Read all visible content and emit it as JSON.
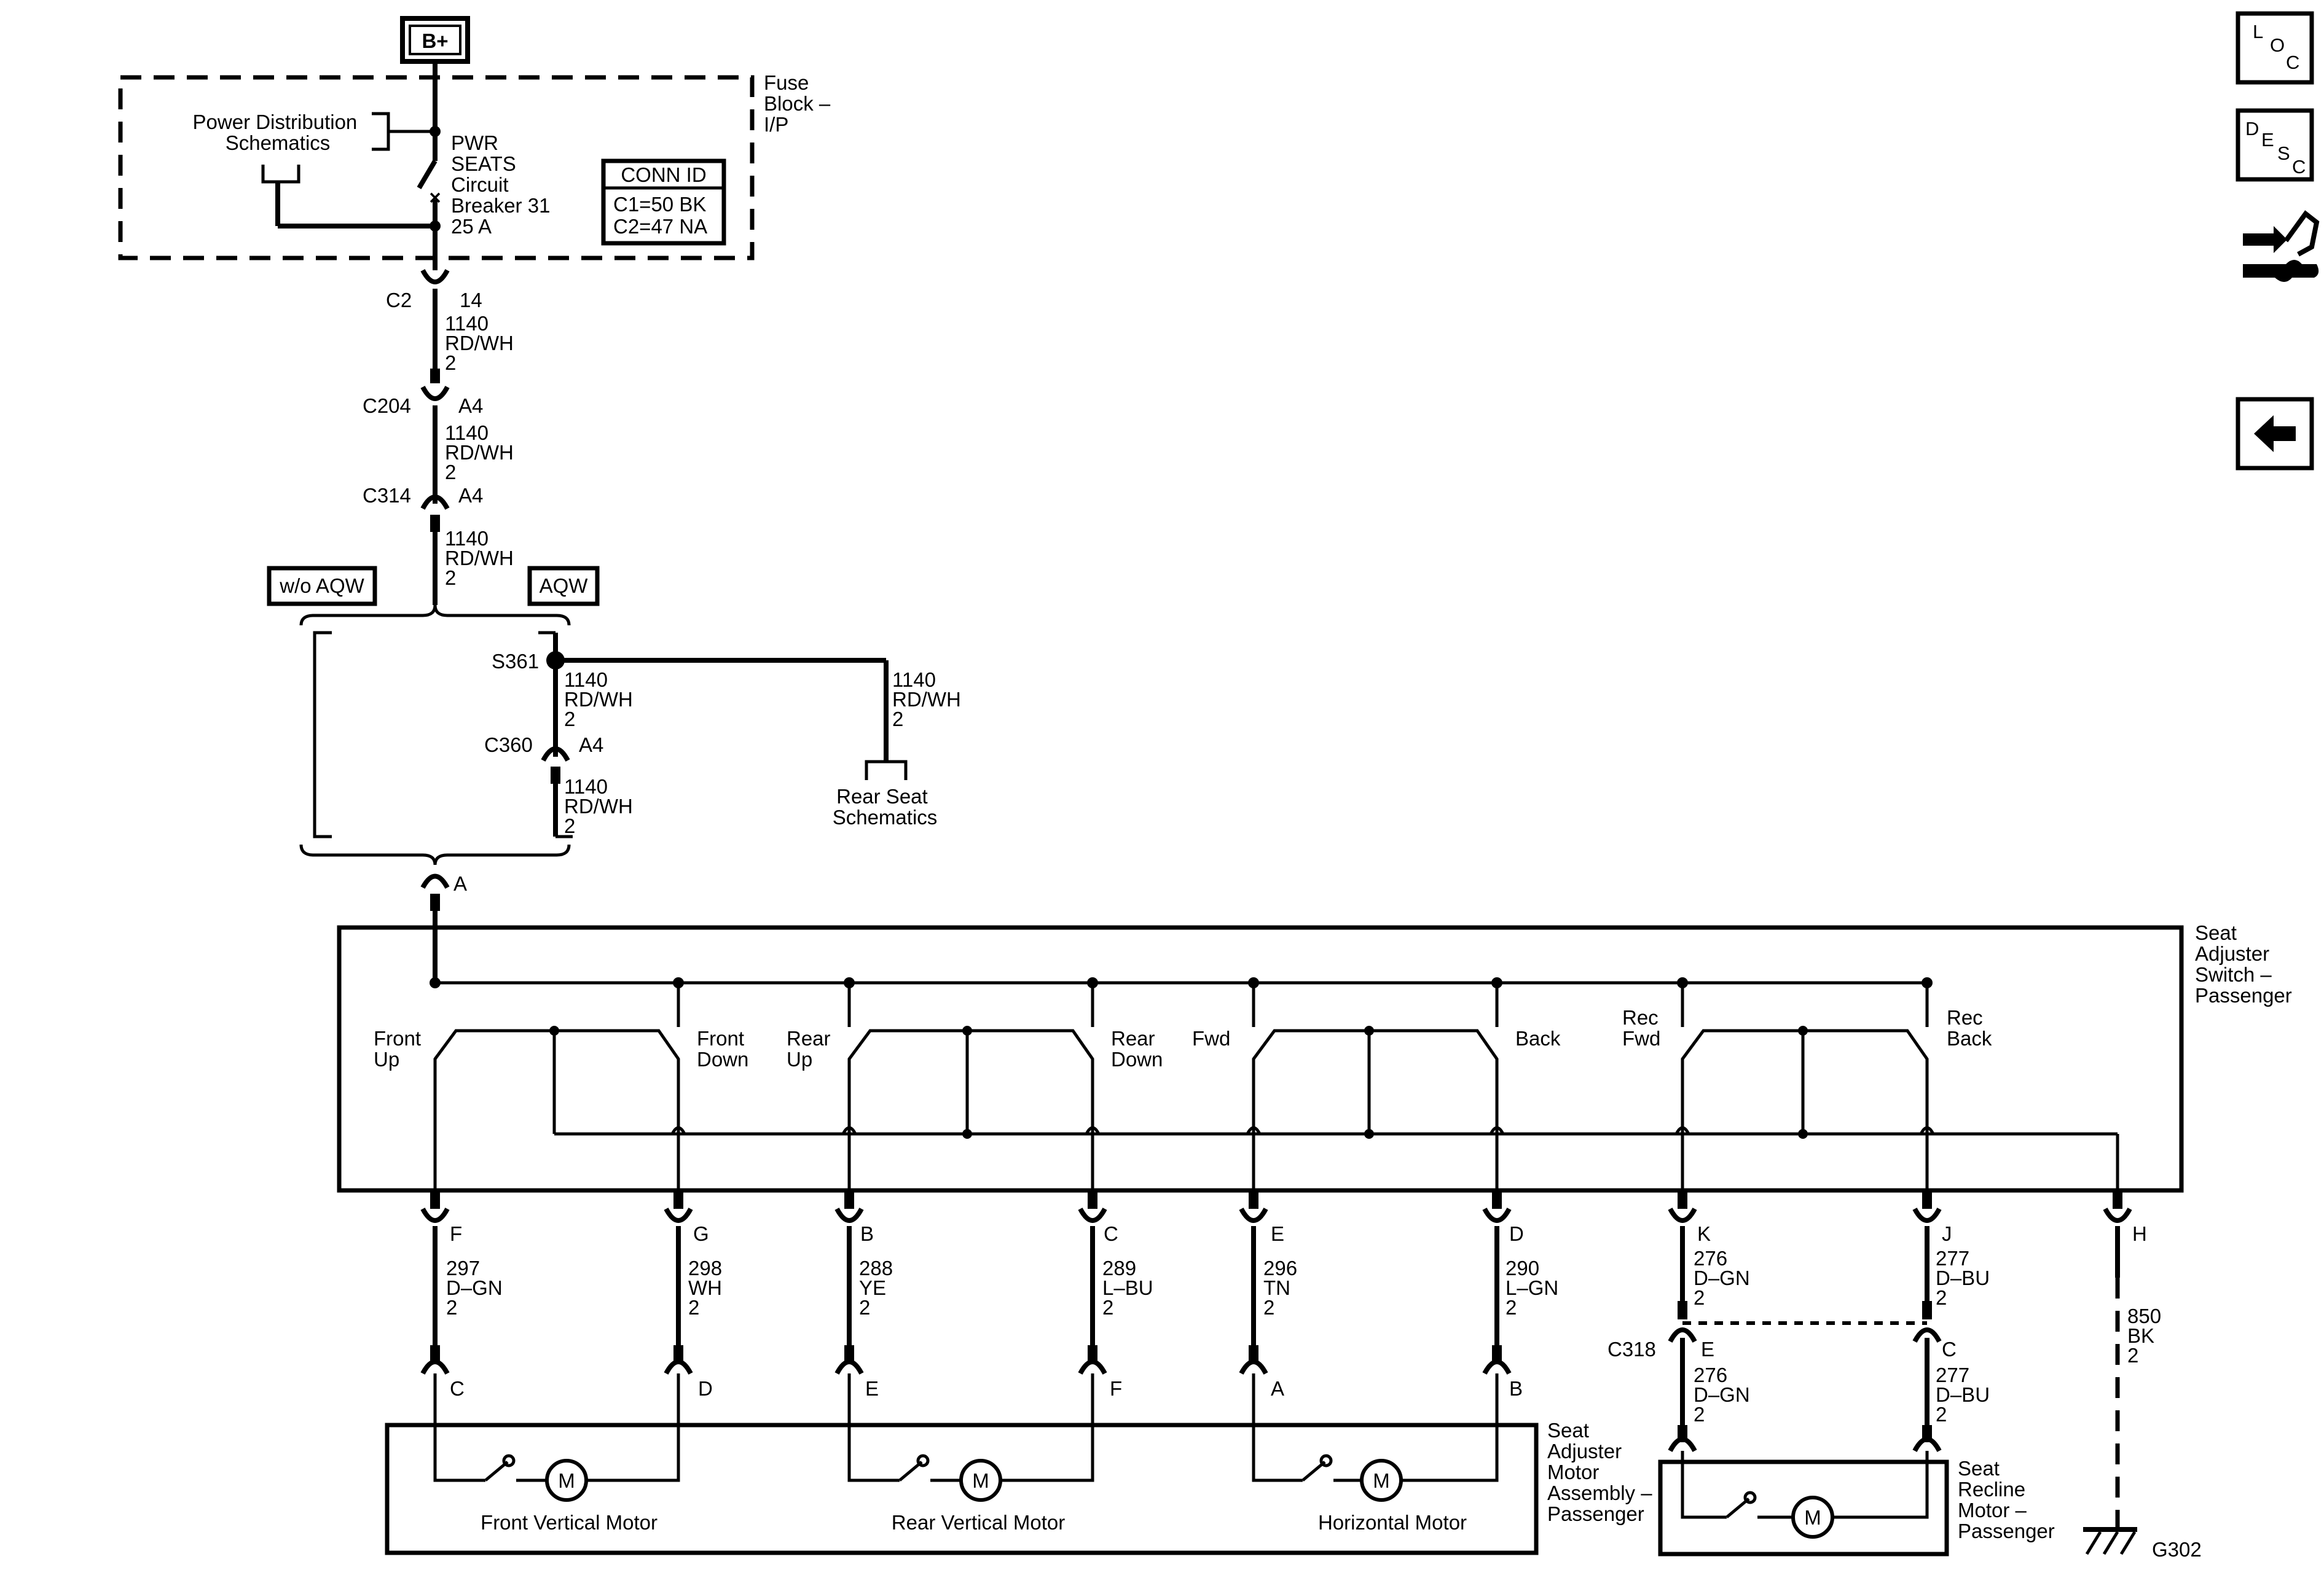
{
  "top": {
    "battery_tag": "B+",
    "fuse_block_label": [
      "Fuse",
      "Block –",
      "I/P"
    ],
    "power_dist_label": [
      "Power Distribution",
      "Schematics"
    ],
    "breaker_label": [
      "PWR",
      "SEATS",
      "Circuit",
      "Breaker 31",
      "25 A"
    ],
    "conn_id": {
      "title": "CONN ID",
      "c1": "C1=50 BK",
      "c2": "C2=47 NA"
    }
  },
  "feed": {
    "c2": {
      "name": "C2",
      "pin": "14"
    },
    "wire1": [
      "1140",
      "RD/WH",
      "2"
    ],
    "c204": {
      "name": "C204",
      "pin": "A4"
    },
    "wire2": [
      "1140",
      "RD/WH",
      "2"
    ],
    "c314": {
      "name": "C314",
      "pin": "A4"
    },
    "wire3": [
      "1140",
      "RD/WH",
      "2"
    ]
  },
  "options": {
    "without": "w/o AQW",
    "with": "AQW",
    "splice": "S361",
    "wire_s361": [
      "1140",
      "RD/WH",
      "2"
    ],
    "c360": {
      "name": "C360",
      "pin": "A4"
    },
    "wire_c360": [
      "1140",
      "RD/WH",
      "2"
    ],
    "rear_wire": [
      "1140",
      "RD/WH",
      "2"
    ],
    "rear_seat": [
      "Rear Seat",
      "Schematics"
    ],
    "pin_a": "A"
  },
  "switch": {
    "title": [
      "Seat",
      "Adjuster",
      "Switch –",
      "Passenger"
    ],
    "labels": {
      "front_up": [
        "Front",
        "Up"
      ],
      "front_down": [
        "Front",
        "Down"
      ],
      "rear_up": [
        "Rear",
        "Up"
      ],
      "rear_down": [
        "Rear",
        "Down"
      ],
      "fwd": [
        "Fwd"
      ],
      "back": [
        "Back"
      ],
      "rec_fwd": [
        "Rec",
        "Fwd"
      ],
      "rec_back": [
        "Rec",
        "Back"
      ]
    }
  },
  "circuits": [
    {
      "pin": "F",
      "wire": [
        "297",
        "D–GN",
        "2"
      ],
      "motor_pin": "C"
    },
    {
      "pin": "G",
      "wire": [
        "298",
        "WH",
        "2"
      ],
      "motor_pin": "D"
    },
    {
      "pin": "B",
      "wire": [
        "288",
        "YE",
        "2"
      ],
      "motor_pin": "E"
    },
    {
      "pin": "C",
      "wire": [
        "289",
        "L–BU",
        "2"
      ],
      "motor_pin": "F"
    },
    {
      "pin": "E",
      "wire": [
        "296",
        "TN",
        "2"
      ],
      "motor_pin": "A"
    },
    {
      "pin": "D",
      "wire": [
        "290",
        "L–GN",
        "2"
      ],
      "motor_pin": "B"
    }
  ],
  "recline": {
    "k": {
      "pin": "K",
      "wire": [
        "276",
        "D–GN",
        "2"
      ]
    },
    "j": {
      "pin": "J",
      "wire": [
        "277",
        "D–BU",
        "2"
      ]
    },
    "c318": "C318",
    "e": {
      "pin": "E",
      "wire": [
        "276",
        "D–GN",
        "2"
      ]
    },
    "c": {
      "pin": "C",
      "wire": [
        "277",
        "D–BU",
        "2"
      ]
    },
    "motor_title": [
      "Seat",
      "Recline",
      "Motor –",
      "Passenger"
    ]
  },
  "ground": {
    "pin": "H",
    "wire": [
      "850",
      "BK",
      "2"
    ],
    "name": "G302"
  },
  "motors": {
    "assembly_title": [
      "Seat",
      "Adjuster",
      "Motor",
      "Assembly –",
      "Passenger"
    ],
    "front_vertical": "Front Vertical Motor",
    "rear_vertical": "Rear Vertical Motor",
    "horizontal": "Horizontal Motor",
    "symbol": "M"
  },
  "nav": {
    "loc": [
      "L",
      "O",
      "C"
    ],
    "desc": [
      "D",
      "E",
      "S",
      "C"
    ]
  }
}
